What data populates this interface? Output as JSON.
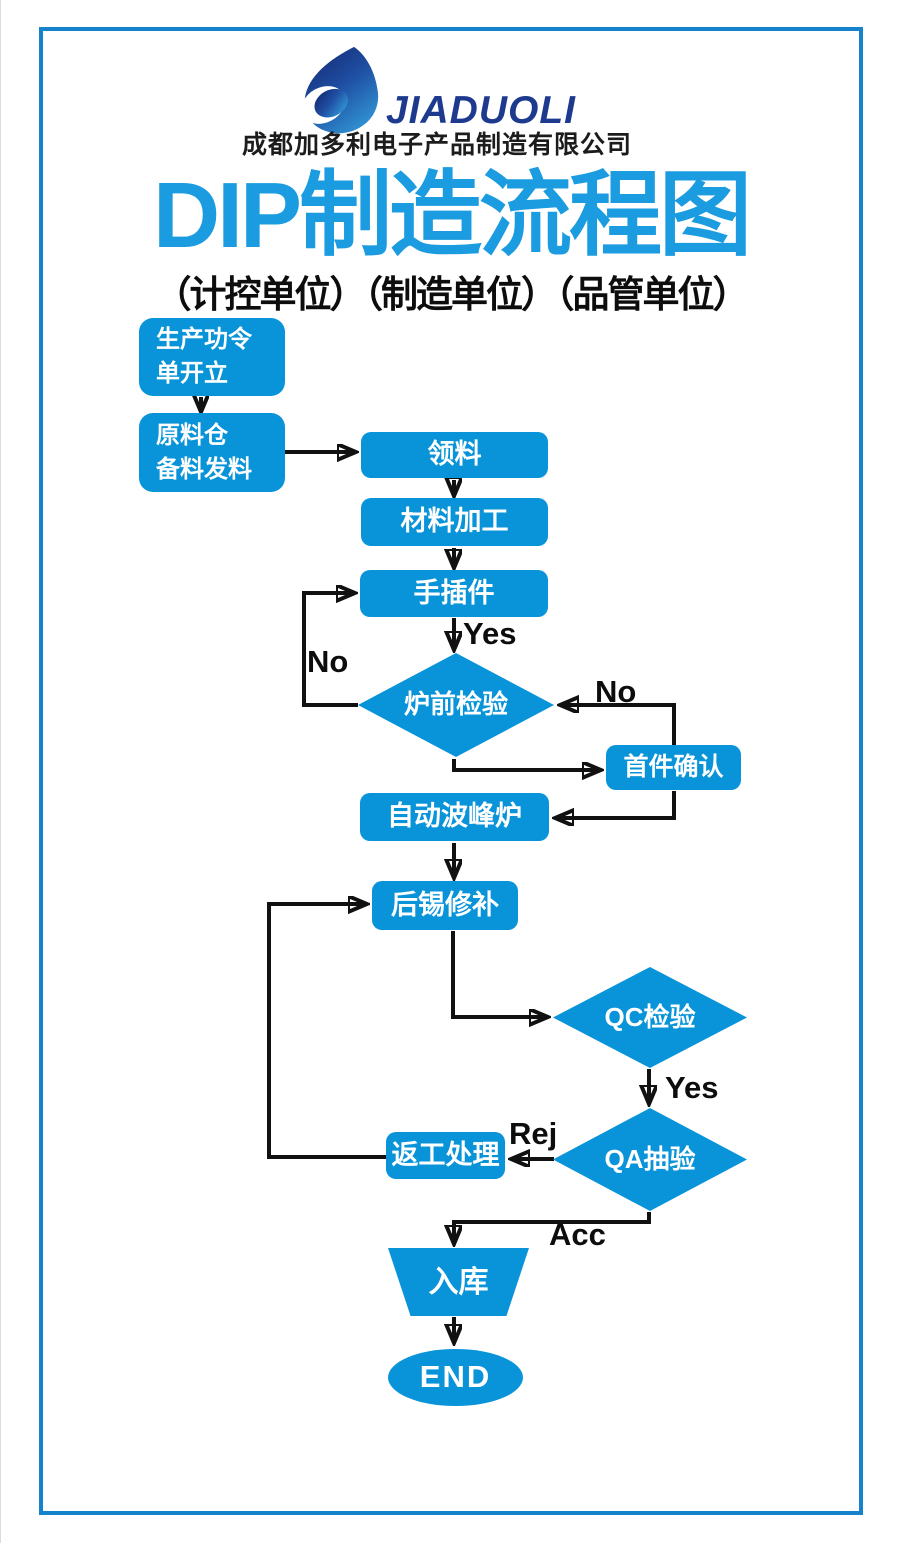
{
  "header": {
    "logo_text": "JIADUOLI",
    "company_name": "成都加多利电子产品制造有限公司",
    "title": "DIP制造流程图",
    "subtitle": "（计控单位）（制造单位）（品管单位）"
  },
  "colors": {
    "node_blue": "#0994D9",
    "title_blue": "#1B9CE0",
    "logo_navy": "#1E3A8F",
    "frame_blue": "#1583CB",
    "connector_black": "#111111"
  },
  "flowchart": {
    "nodes": {
      "order_open": "生产功令\n单开立",
      "material_prep": "原料仓\n备料发料",
      "pick_material": "领料",
      "material_process": "材料加工",
      "hand_insert": "手插件",
      "pre_oven_check": "炉前检验",
      "first_article_confirm": "首件确认",
      "wave_solder": "自动波峰炉",
      "solder_touch_up": "后锡修补",
      "qc_check": "QC检验",
      "qa_sampling": "QA抽验",
      "rework": "返工处理",
      "warehouse_in": "入库",
      "end": "END"
    },
    "edge_labels": {
      "hand_insert_yes": "Yes",
      "pre_oven_no": "No",
      "first_article_no": "No",
      "qc_yes": "Yes",
      "qa_rej": "Rej",
      "qa_acc": "Acc"
    }
  }
}
